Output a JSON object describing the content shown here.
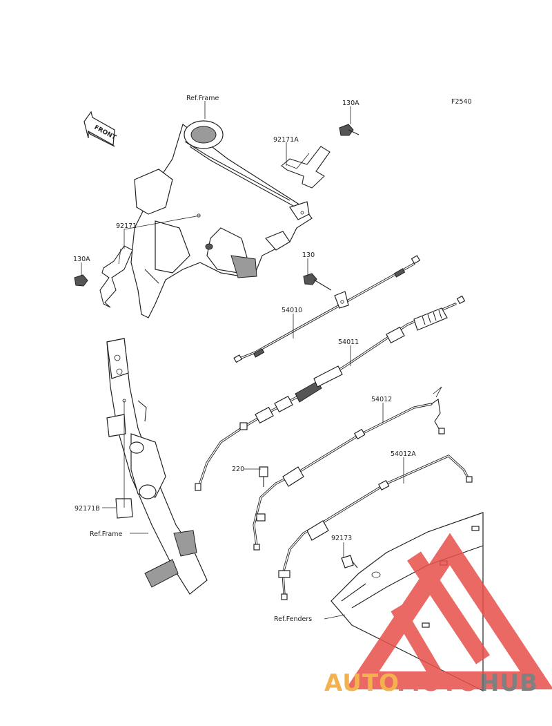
{
  "diagram_id": "F2540",
  "front_label": "FRONT",
  "colors": {
    "line": "#222222",
    "watermark_red": "#e8504a",
    "watermark_orange": "#f3a531",
    "watermark_gray": "#6b6b6b"
  },
  "callouts": {
    "ref_frame_top": "Ref.Frame",
    "ref_frame_left": "Ref.Frame",
    "ref_fenders": "Ref.Fenders",
    "p130A_top": "130A",
    "p92171A": "92171A",
    "p92171": "92171",
    "p130A_left": "130A",
    "p130": "130",
    "p54010": "54010",
    "p54011": "54011",
    "p54012": "54012",
    "p54012A": "54012A",
    "p220": "220",
    "p92171B": "92171B",
    "p92173": "92173"
  },
  "watermark": {
    "auto": "AUTO",
    "moto": "MOTO",
    "hub": "HUB"
  }
}
